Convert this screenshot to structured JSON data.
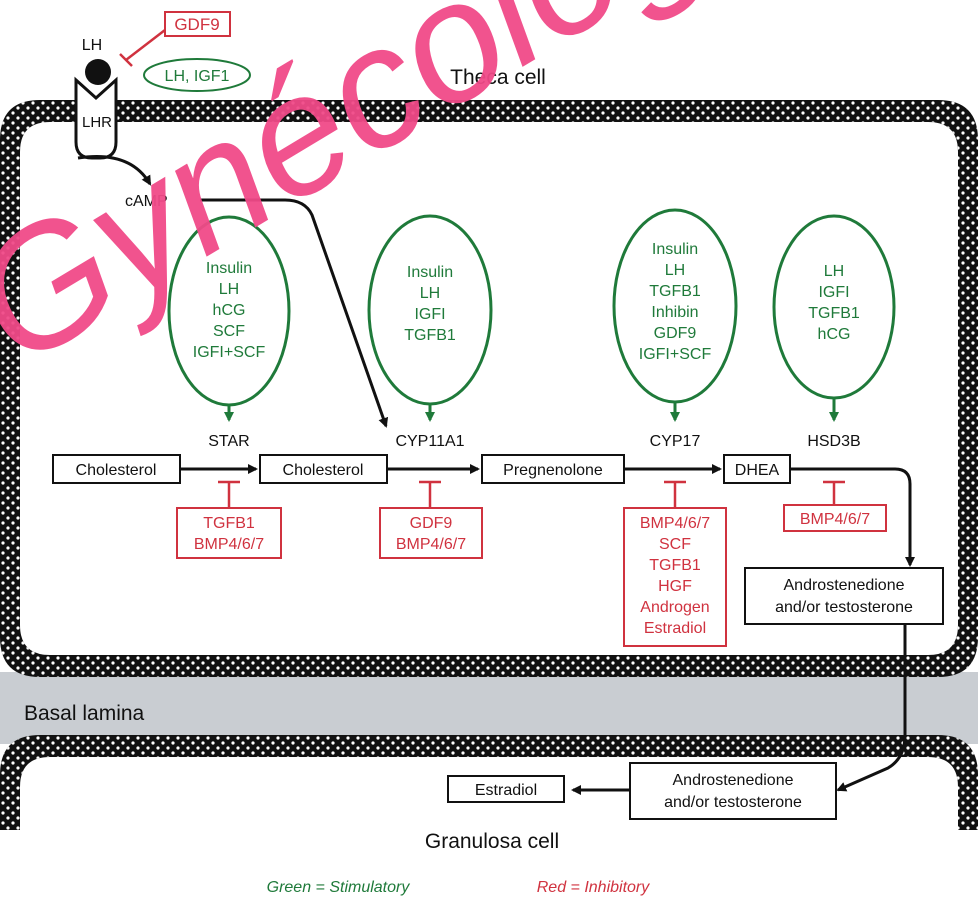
{
  "receptor": {
    "ligand": "LH",
    "receptor": "LHR"
  },
  "regulators_top": {
    "inhibitor": "GDF9",
    "stimulators": "LH, IGF1"
  },
  "compartments": {
    "theca": "Theca cell",
    "basal_lamina": "Basal lamina",
    "granulosa": "Granulosa cell"
  },
  "second_messenger": "cAMP",
  "enzymes": [
    "STAR",
    "CYP11A1",
    "CYP17",
    "HSD3B"
  ],
  "substrates": [
    "Cholesterol",
    "Cholesterol",
    "Pregnenolone",
    "DHEA"
  ],
  "theca_product": [
    "Androstenedione",
    "and/or testosterone"
  ],
  "granulosa_input": [
    "Androstenedione",
    "and/or testosterone"
  ],
  "granulosa_product": "Estradiol",
  "stimulators": [
    [
      "Insulin",
      "LH",
      "hCG",
      "SCF",
      "IGFI+SCF"
    ],
    [
      "Insulin",
      "LH",
      "IGFI",
      "TGFB1"
    ],
    [
      "Insulin",
      "LH",
      "TGFB1",
      "Inhibin",
      "GDF9",
      "IGFI+SCF"
    ],
    [
      "LH",
      "IGFI",
      "TGFB1",
      "hCG"
    ]
  ],
  "inhibitors": [
    [
      "TGFB1",
      "BMP4/6/7"
    ],
    [
      "GDF9",
      "BMP4/6/7"
    ],
    [
      "BMP4/6/7",
      "SCF",
      "TGFB1",
      "HGF",
      "Androgen",
      "Estradiol"
    ],
    [
      "BMP4/6/7"
    ]
  ],
  "watermark": "Gynécologie",
  "legend": {
    "green": "Green = Stimulatory",
    "red": "Red = Inhibitory"
  },
  "colors": {
    "stimulatory": "#1f7a3a",
    "inhibitory": "#d0323f",
    "membrane": "#111111",
    "basal_lamina": "#c9cdd2",
    "watermark": "#f04a88"
  }
}
